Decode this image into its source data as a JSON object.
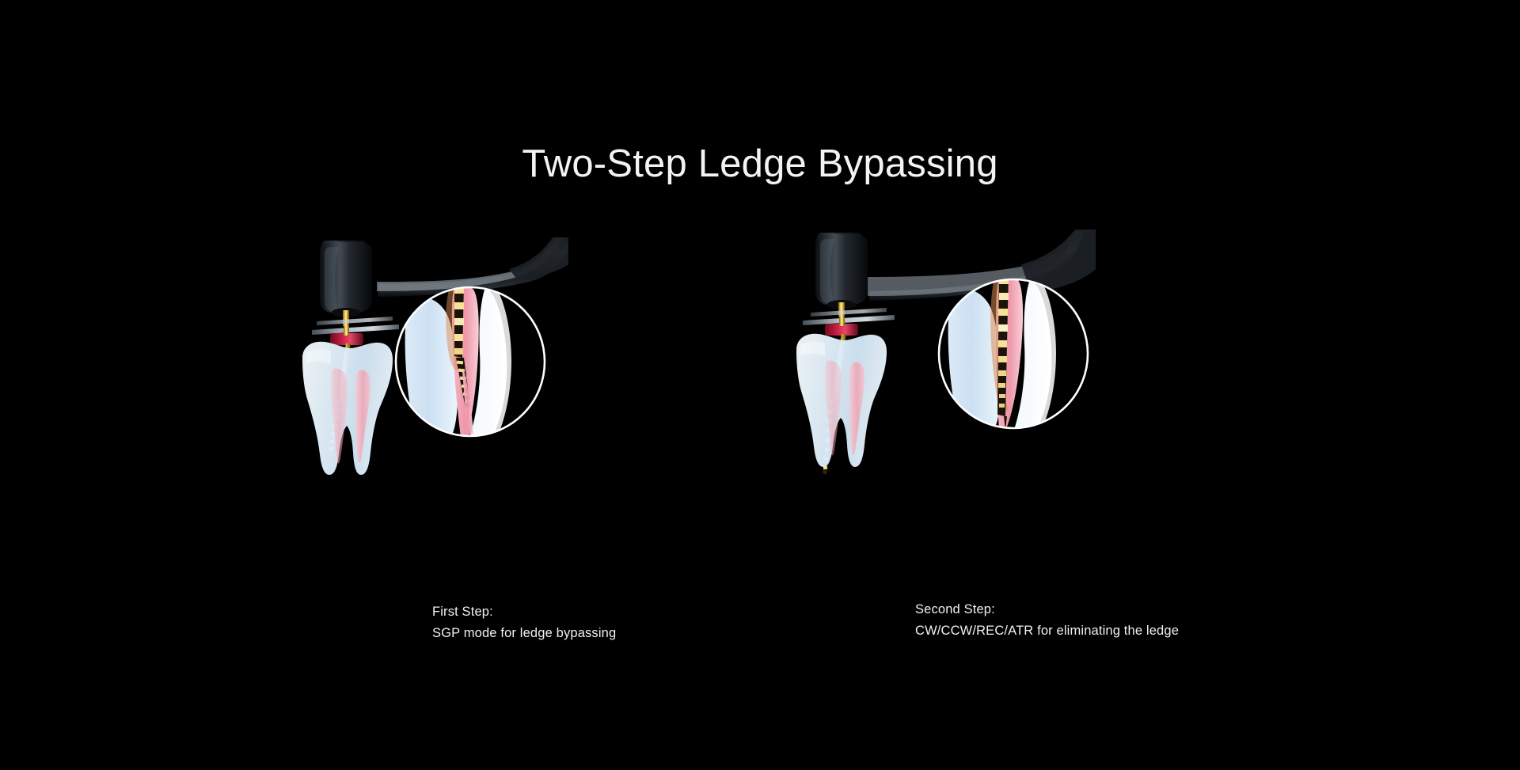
{
  "page": {
    "title": "Two-Step Ledge Bypassing",
    "background_color": "#000000",
    "text_color": "#f3f3f3"
  },
  "palette": {
    "background": "#000000",
    "title_text": "#f3f3f3",
    "caption_text": "#f0f0f0",
    "handpiece_body": "#1a1d21",
    "handpiece_highlight": "#8e99a4",
    "tooth_enamel": "#e9f3fb",
    "tooth_dentin": "#cfe4f4",
    "pulp_canal": "#f2aeba",
    "file_gold": "#d8a92c",
    "file_black": "#151208",
    "rubber_stop": "#b01838",
    "inset_ring": "#ffffff"
  },
  "panels": [
    {
      "id": "first-step",
      "side": "left",
      "caption_title": "First Step:",
      "caption_detail": "SGP mode for ledge bypassing",
      "mode": "SGP",
      "illustration": {
        "device": "endodontic contra-angle handpiece",
        "instrument": "rotary nickel-titanium file",
        "specimen": "two-rooted molar cross-section",
        "inset": "magnified root canal view",
        "file_state": "file deviates at the ledge and stops short of the apex"
      }
    },
    {
      "id": "second-step",
      "side": "right",
      "caption_title": "Second Step:",
      "caption_detail": "CW/CCW/REC/ATR for eliminating the ledge",
      "mode": "CW/CCW/REC/ATR",
      "illustration": {
        "device": "endodontic contra-angle handpiece",
        "instrument": "rotary nickel-titanium file",
        "specimen": "two-rooted molar cross-section",
        "inset": "magnified root canal view",
        "file_state": "file passes the ledge and reaches the apex"
      }
    }
  ]
}
